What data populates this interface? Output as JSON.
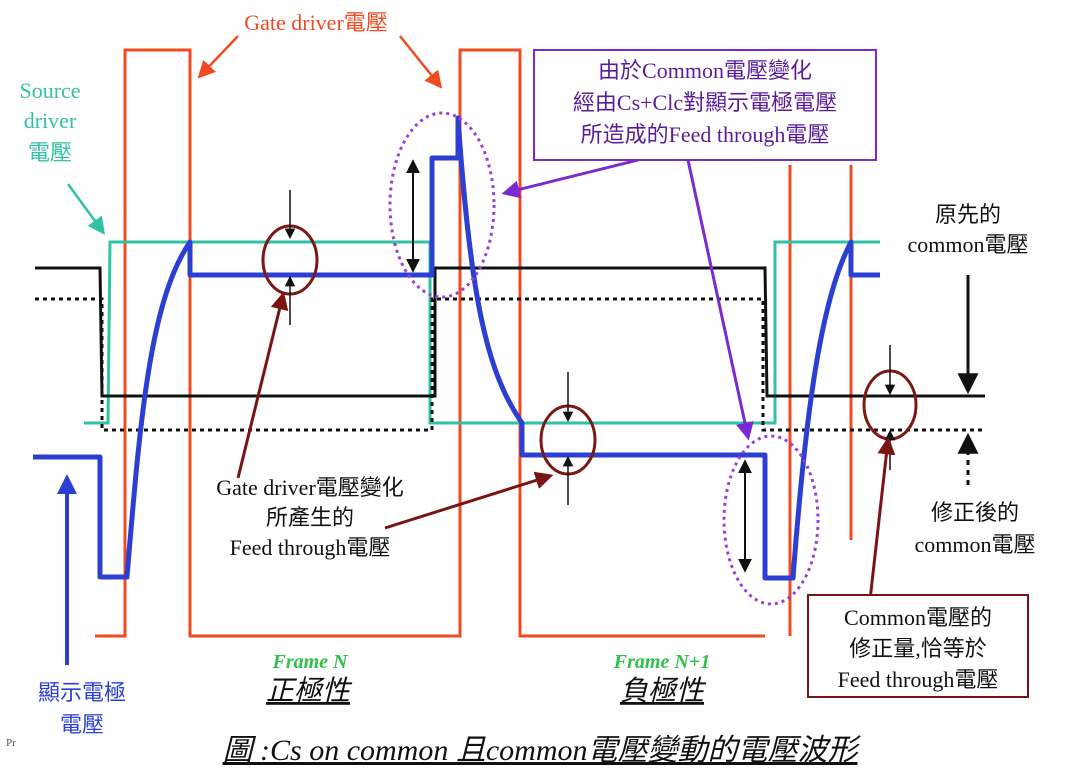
{
  "colors": {
    "gate": "#f04a23",
    "source": "#2fc2a3",
    "pixel": "#2b3fd2",
    "common": "#111111",
    "ellipse_dark": "#7a1a14",
    "ellipse_purple": "#9a40d8",
    "arrow_dark": "#7a1414",
    "arrow_purple": "#7a2ad0",
    "frame_text": "#2ec24a"
  },
  "labels": {
    "gate_driver": "Gate driver電壓",
    "source_driver_1": "Source",
    "source_driver_2": "driver",
    "source_driver_3": "電壓",
    "common_change_1": "由於Common電壓變化",
    "common_change_2": "經由Cs+Clc對顯示電極電壓",
    "common_change_3": "所造成的Feed through電壓",
    "original_common_1": "原先的",
    "original_common_2": "common電壓",
    "gate_change_1": "Gate driver電壓變化",
    "gate_change_2": "所產生的",
    "gate_change_3": "Feed through電壓",
    "corrected_common_1": "修正後的",
    "corrected_common_2": "common電壓",
    "correction_1": "Common電壓的",
    "correction_2": "修正量,恰等於",
    "correction_3": "Feed through電壓",
    "pixel_electrode_1": "顯示電極",
    "pixel_electrode_2": "電壓",
    "frame_n": "Frame N",
    "polarity_positive": "正極性",
    "frame_n1": "Frame N+1",
    "polarity_negative": "負極性",
    "caption": "圖 :Cs on common 且common電壓變動的電壓波形",
    "corner_mark": "Pr"
  }
}
